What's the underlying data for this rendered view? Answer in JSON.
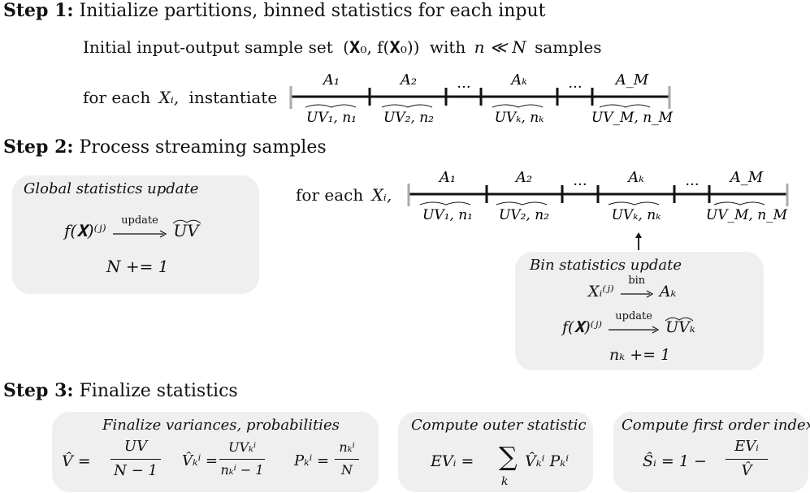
{
  "step1": {
    "label": "Step 1:",
    "text": "Initialize partitions, binned statistics for each input",
    "line1_prefix": "Initial input-output sample set",
    "line1_math": "(𝐗₀, f(𝐗₀))",
    "line1_mid": "with",
    "line1_cond": "n ≪ N",
    "line1_suffix": "samples",
    "line2_prefix": "for each",
    "line2_var": "Xᵢ,",
    "line2_suffix": "instantiate"
  },
  "step2": {
    "label": "Step 2:",
    "text": "Process streaming samples",
    "foreach_prefix": "for each",
    "foreach_var": "Xᵢ,"
  },
  "step3": {
    "label": "Step 3:",
    "text": "Finalize statistics"
  },
  "bins": {
    "top": [
      "A₁",
      "A₂",
      "···",
      "Aₖ",
      "···",
      "A_M"
    ],
    "bottom": [
      "UV₁, n₁",
      "UV₂, n₂",
      "",
      "UVₖ, nₖ",
      "",
      "UV_M, n_M"
    ]
  },
  "global_box": {
    "title": "Global statistics update",
    "eq1_left": "f(𝐗)⁽ʲ⁾",
    "eq1_arrow": "update",
    "eq1_right": "UV",
    "eq2": "N += 1"
  },
  "bin_box": {
    "title": "Bin statistics update",
    "eq1_left": "Xᵢ⁽ʲ⁾",
    "eq1_arrow": "bin",
    "eq1_right": "Aₖ",
    "eq2_left": "f(𝐗)⁽ʲ⁾",
    "eq2_arrow": "update",
    "eq2_right": "UVₖ",
    "eq3": "nₖ += 1"
  },
  "finalize_box": {
    "title": "Finalize variances, probabilities",
    "v_hat": "V̂ =",
    "v_num": "UV",
    "v_den": "N − 1",
    "vk_hat": "V̂ₖⁱ =",
    "vk_num": "UVₖⁱ",
    "vk_den": "nₖⁱ − 1",
    "pk": "Pₖⁱ =",
    "pk_num": "nₖⁱ",
    "pk_den": "N"
  },
  "outer_box": {
    "title": "Compute outer statistic",
    "lhs": "EVᵢ =",
    "sum": "∑",
    "sum_idx": "k",
    "rhs": "V̂ₖⁱ Pₖⁱ"
  },
  "first_box": {
    "title": "Compute first order index",
    "lhs": "Ŝᵢ = 1 −",
    "num": "EVᵢ",
    "den": "V̂"
  }
}
